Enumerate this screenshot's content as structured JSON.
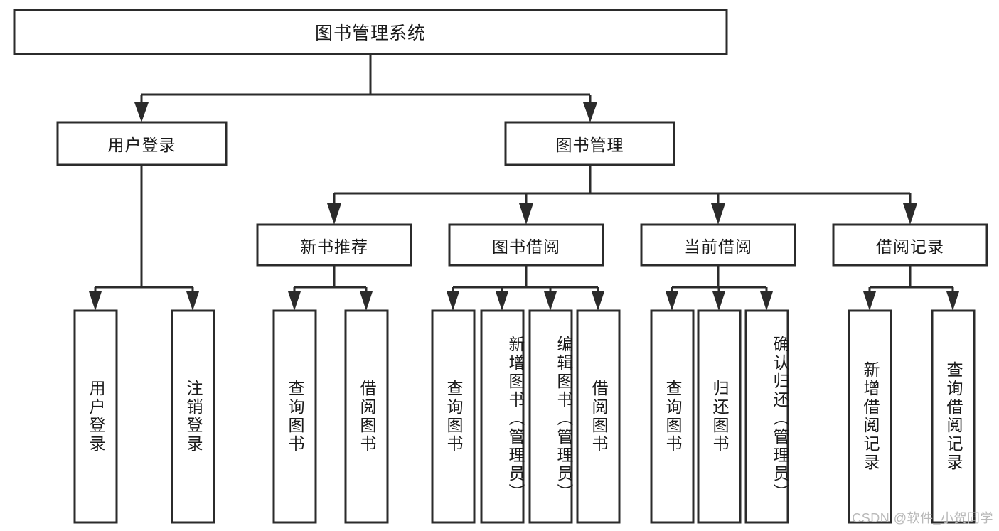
{
  "diagram": {
    "type": "tree-hierarchy",
    "title_node": {
      "id": "root",
      "label": "图书管理系统"
    },
    "level2": [
      {
        "id": "user-login",
        "label": "用户登录"
      },
      {
        "id": "book-manage",
        "label": "图书管理"
      }
    ],
    "level3": [
      {
        "id": "new-book-rec",
        "label": "新书推荐",
        "parent": "book-manage"
      },
      {
        "id": "book-borrow",
        "label": "图书借阅",
        "parent": "book-manage"
      },
      {
        "id": "current-borrow",
        "label": "当前借阅",
        "parent": "book-manage"
      },
      {
        "id": "borrow-record",
        "label": "借阅记录",
        "parent": "book-manage"
      }
    ],
    "leaves": [
      {
        "id": "leaf-user-login",
        "label": "用户登录",
        "parent": "user-login"
      },
      {
        "id": "leaf-logout-login",
        "label": "注销登录",
        "parent": "user-login"
      },
      {
        "id": "leaf-query-book-1",
        "label": "查询图书",
        "parent": "new-book-rec"
      },
      {
        "id": "leaf-borrow-book-1",
        "label": "借阅图书",
        "parent": "new-book-rec"
      },
      {
        "id": "leaf-query-book-2",
        "label": "查询图书",
        "parent": "book-borrow"
      },
      {
        "id": "leaf-add-book",
        "label": "新增图书（管理员）",
        "parent": "book-borrow"
      },
      {
        "id": "leaf-edit-book",
        "label": "编辑图书（管理员）",
        "parent": "book-borrow"
      },
      {
        "id": "leaf-borrow-book-2",
        "label": "借阅图书",
        "parent": "book-borrow"
      },
      {
        "id": "leaf-query-book-3",
        "label": "查询图书",
        "parent": "current-borrow"
      },
      {
        "id": "leaf-return-book",
        "label": "归还图书",
        "parent": "current-borrow"
      },
      {
        "id": "leaf-confirm-return",
        "label": "确认归还（管理员）",
        "parent": "current-borrow"
      },
      {
        "id": "leaf-add-record",
        "label": "新增借阅记录",
        "parent": "borrow-record"
      },
      {
        "id": "leaf-query-record",
        "label": "查询借阅记录",
        "parent": "borrow-record"
      }
    ],
    "watermark": "CSDN @软件_小贺同学",
    "colors": {
      "stroke": "#2b2b2b",
      "fill": "#ffffff",
      "text": "#1a1a1a",
      "watermark": "#b9b9b9"
    }
  }
}
